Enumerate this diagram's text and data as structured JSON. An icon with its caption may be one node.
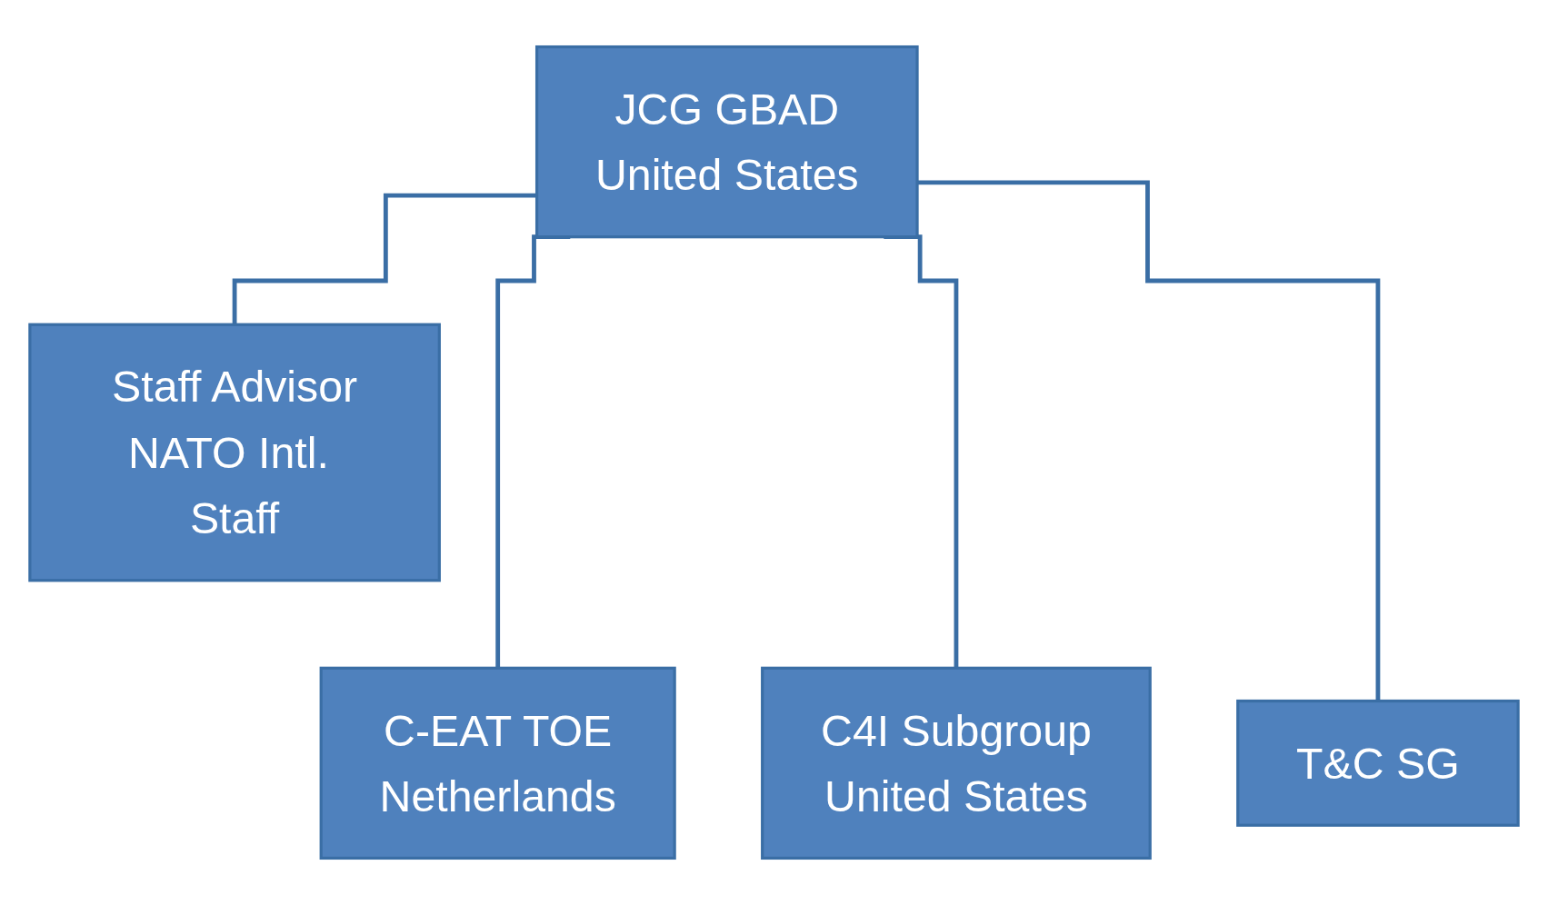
{
  "diagram": {
    "nodes": [
      {
        "text": [
          "JCG GBAD",
          "United States"
        ]
      },
      {
        "text": [
          "Staff Advisor",
          "NATO Intl. Staff"
        ]
      },
      {
        "text": [
          "C-EAT TOE",
          "Netherlands"
        ]
      },
      {
        "text": [
          "C4I Subgroup",
          "United States"
        ]
      },
      {
        "text": [
          "T&C SG"
        ]
      }
    ],
    "edges": [
      {
        "from": 0,
        "to": 1,
        "arrow": "none"
      },
      {
        "from": 0,
        "to": 2,
        "arrow": "none"
      },
      {
        "from": 0,
        "to": 3,
        "arrow": "none"
      },
      {
        "from": 0,
        "to": 4,
        "arrow": "none"
      }
    ]
  }
}
